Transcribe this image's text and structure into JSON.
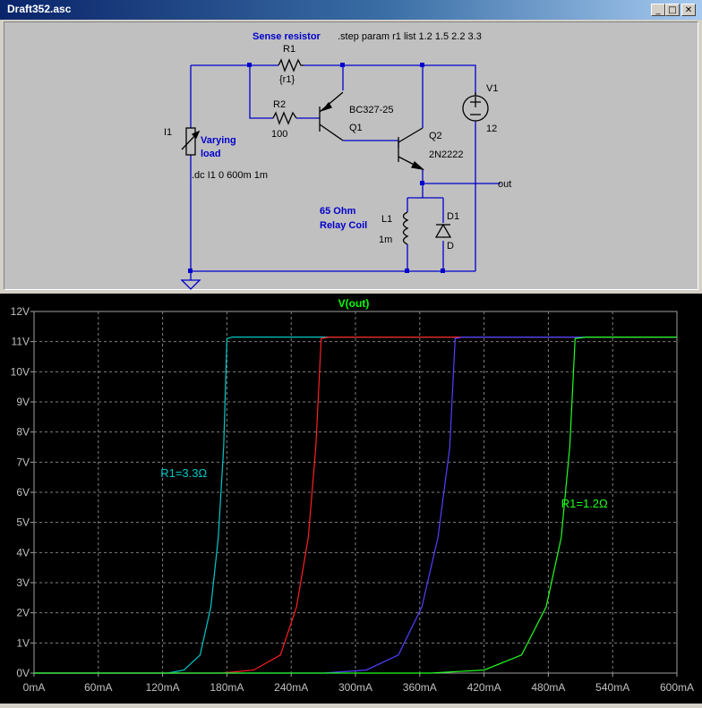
{
  "window": {
    "title": "Draft352.asc",
    "buttons": {
      "minimize": "_",
      "maximize": "□",
      "close": "✕"
    }
  },
  "schematic": {
    "sense_resistor_label": "Sense resistor",
    "step_directive": ".step param r1 list 1.2 1.5 2.2 3.3",
    "r1_name": "R1",
    "r1_value": "{r1}",
    "r2_name": "R2",
    "r2_value": "100",
    "q1_model": "BC327-25",
    "q1_name": "Q1",
    "q2_name": "Q2",
    "q2_model": "2N2222",
    "v1_name": "V1",
    "v1_value": "12",
    "i1_name": "I1",
    "load_line1": "Varying",
    "load_line2": "load",
    "dc_directive": ".dc I1 0 600m 1m",
    "out_label": "out",
    "coil_line1": "65 Ohm",
    "coil_line2": "Relay Coil",
    "l1_name": "L1",
    "l1_value": "1m",
    "d1_name": "D1",
    "d1_model": "D"
  },
  "colors": {
    "wire": "#0000cc",
    "component_text": "#000000",
    "annotation_text": "#0000cc",
    "grid": "#808080",
    "axis_text": "#c0c0c0",
    "trace_title": "#00ff00"
  },
  "chart_data": {
    "type": "line",
    "title": "V(out)",
    "xlabel": "",
    "ylabel": "",
    "xlim": [
      0,
      600
    ],
    "ylim": [
      0,
      12
    ],
    "x_unit": "mA",
    "y_unit": "V",
    "x_ticks": [
      "0mA",
      "60mA",
      "120mA",
      "180mA",
      "240mA",
      "300mA",
      "360mA",
      "420mA",
      "480mA",
      "540mA",
      "600mA"
    ],
    "y_ticks": [
      "0V",
      "1V",
      "2V",
      "3V",
      "4V",
      "5V",
      "6V",
      "7V",
      "8V",
      "9V",
      "10V",
      "11V",
      "12V"
    ],
    "grid": true,
    "series": [
      {
        "color": "#00c8c8",
        "x": [
          0,
          125,
          140,
          155,
          165,
          172,
          177,
          180,
          185,
          600
        ],
        "y": [
          0,
          0,
          0.1,
          0.6,
          2.2,
          4.5,
          7.5,
          11.1,
          11.15,
          11.15
        ]
      },
      {
        "color": "#ff2020",
        "x": [
          0,
          175,
          205,
          230,
          245,
          256,
          263,
          268,
          275,
          600
        ],
        "y": [
          0,
          0,
          0.1,
          0.6,
          2.2,
          4.5,
          7.5,
          11.1,
          11.15,
          11.15
        ]
      },
      {
        "color": "#5040ff",
        "x": [
          0,
          270,
          310,
          340,
          362,
          377,
          388,
          393,
          400,
          600
        ],
        "y": [
          0,
          0,
          0.1,
          0.6,
          2.2,
          4.5,
          7.5,
          11.1,
          11.15,
          11.15
        ]
      },
      {
        "color": "#20ff20",
        "x": [
          0,
          370,
          420,
          455,
          478,
          492,
          500,
          505,
          515,
          600
        ],
        "y": [
          0,
          0,
          0.1,
          0.6,
          2.2,
          4.5,
          7.5,
          11.1,
          11.15,
          11.15
        ]
      }
    ],
    "annotations": [
      {
        "text": "R1=3.3Ω",
        "color": "#00c8c8",
        "x": 118,
        "y": 6.5
      },
      {
        "text": "R1=1.2Ω",
        "color": "#20ff20",
        "x": 492,
        "y": 5.5
      }
    ]
  }
}
